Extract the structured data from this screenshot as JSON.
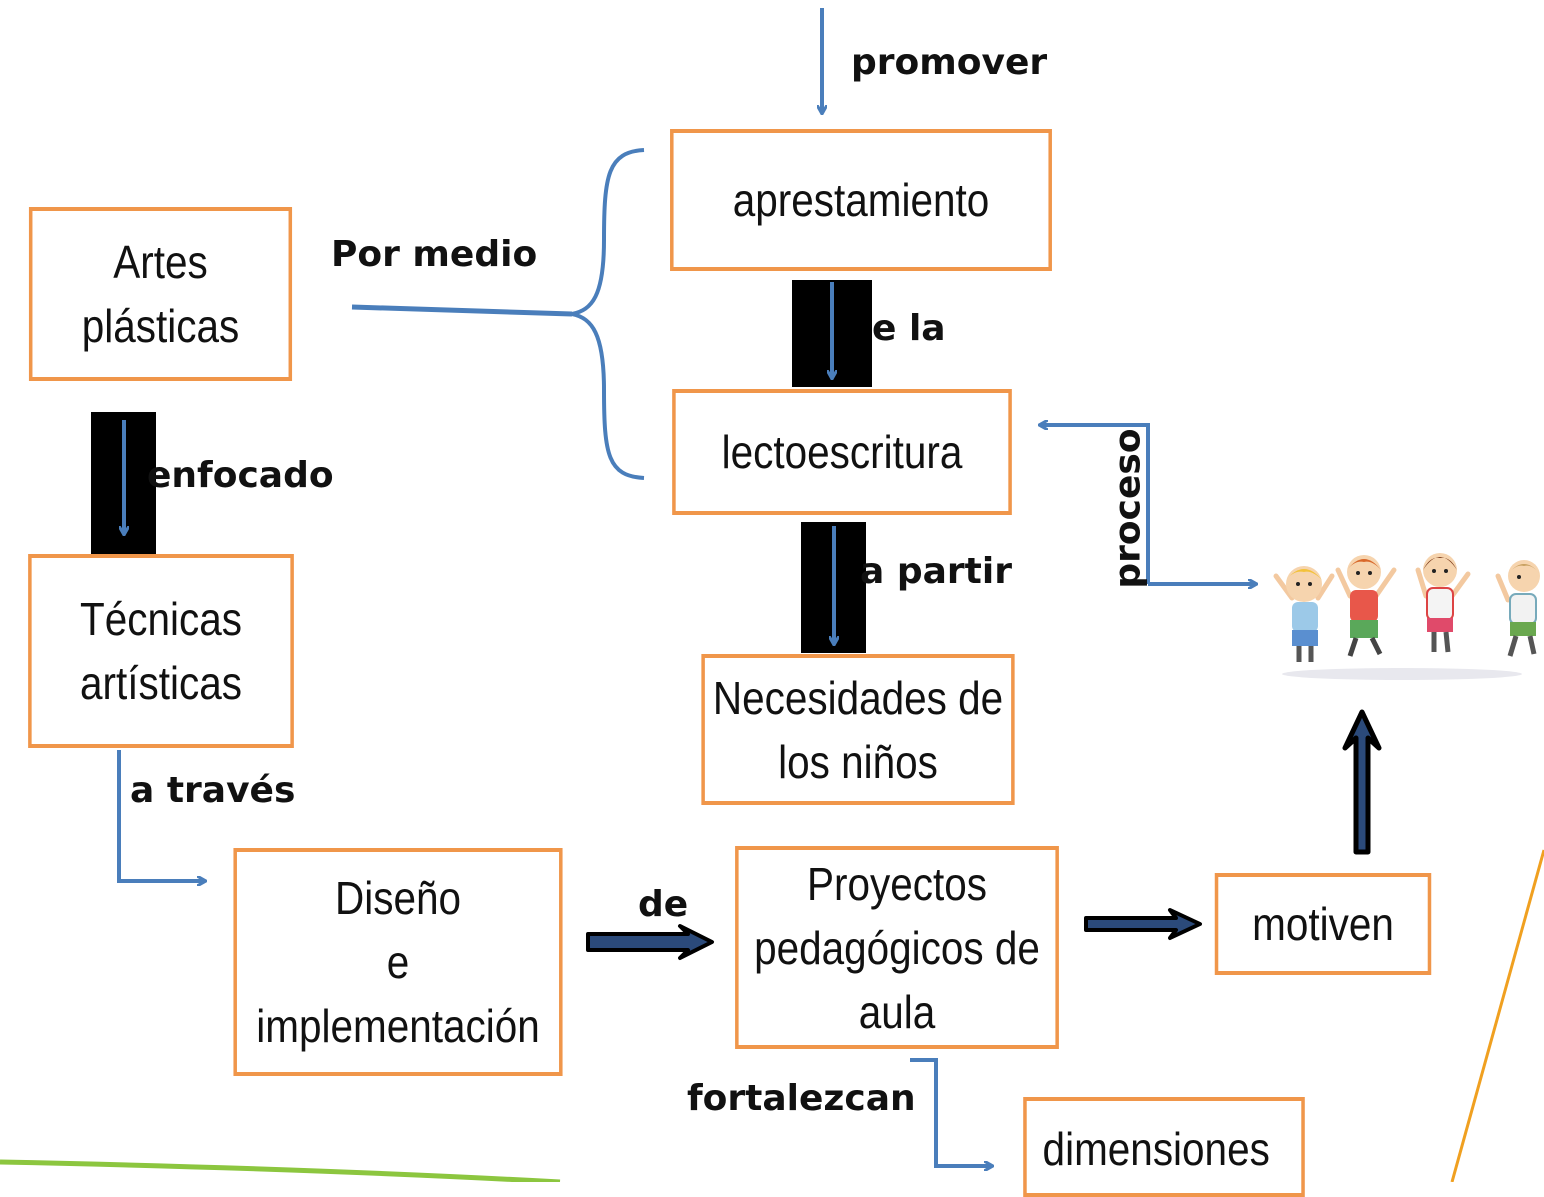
{
  "colors": {
    "box_border": "#f0964a",
    "connector": "#4a7ebb",
    "thick_arrow": "#000000",
    "thick_arrow_fill": "#2b4a7a",
    "accent_green": "#8cc63f",
    "accent_orange": "#f0a020"
  },
  "nodes": {
    "apres": "aprestamiento",
    "artes": "Artes\nplásticas",
    "lecto": "lectoescritura",
    "tecnicas": "Técnicas\nartísticas",
    "necesidades": "Necesidades de\nlos niños",
    "diseno": "Diseño\ne\nimplementación",
    "proyectos": "Proyectos\npedagógicos de\naula",
    "motiven": "motiven",
    "dimensiones": "dimensiones"
  },
  "labels": {
    "promover": "promover",
    "por_medio": "Por medio",
    "de_la": "e la",
    "enfocado": "enfocado",
    "a_partir": "a partir",
    "proceso": "proceso",
    "a_traves": "a través",
    "de": "de",
    "fortalezcan": "fortalezcan"
  },
  "image": {
    "icon": "jumping-children-illustration"
  }
}
